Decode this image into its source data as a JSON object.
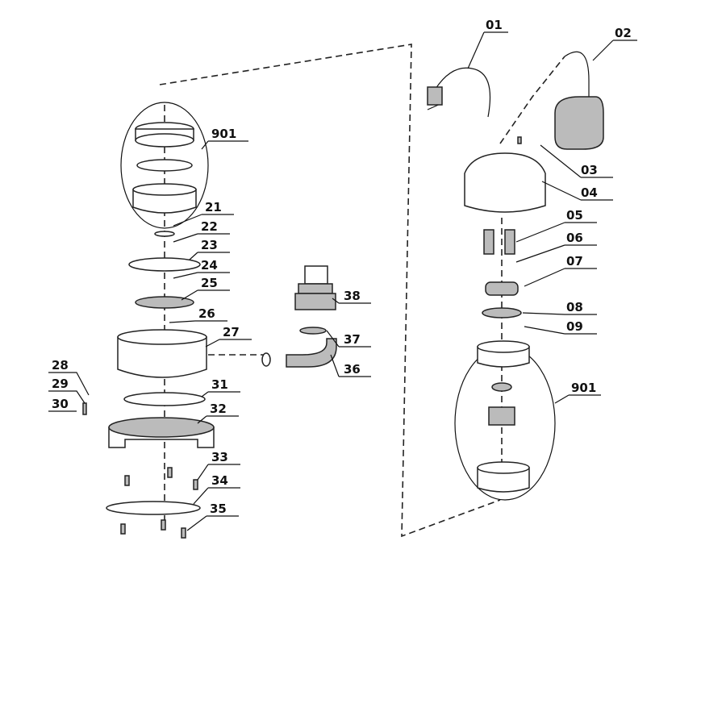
{
  "title": "Exploded parts diagram - submersible pump",
  "labels": {
    "p01": "01",
    "p02": "02",
    "p03": "03",
    "p04": "04",
    "p05": "05",
    "p06": "06",
    "p07": "07",
    "p08": "08",
    "p09": "09",
    "p901a": "901",
    "p901b": "901",
    "p21": "21",
    "p22": "22",
    "p23": "23",
    "p24": "24",
    "p25": "25",
    "p26": "26",
    "p27": "27",
    "p28": "28",
    "p29": "29",
    "p30": "30",
    "p31": "31",
    "p32": "32",
    "p33": "33",
    "p34": "34",
    "p35": "35",
    "p36": "36",
    "p37": "37",
    "p38": "38"
  }
}
